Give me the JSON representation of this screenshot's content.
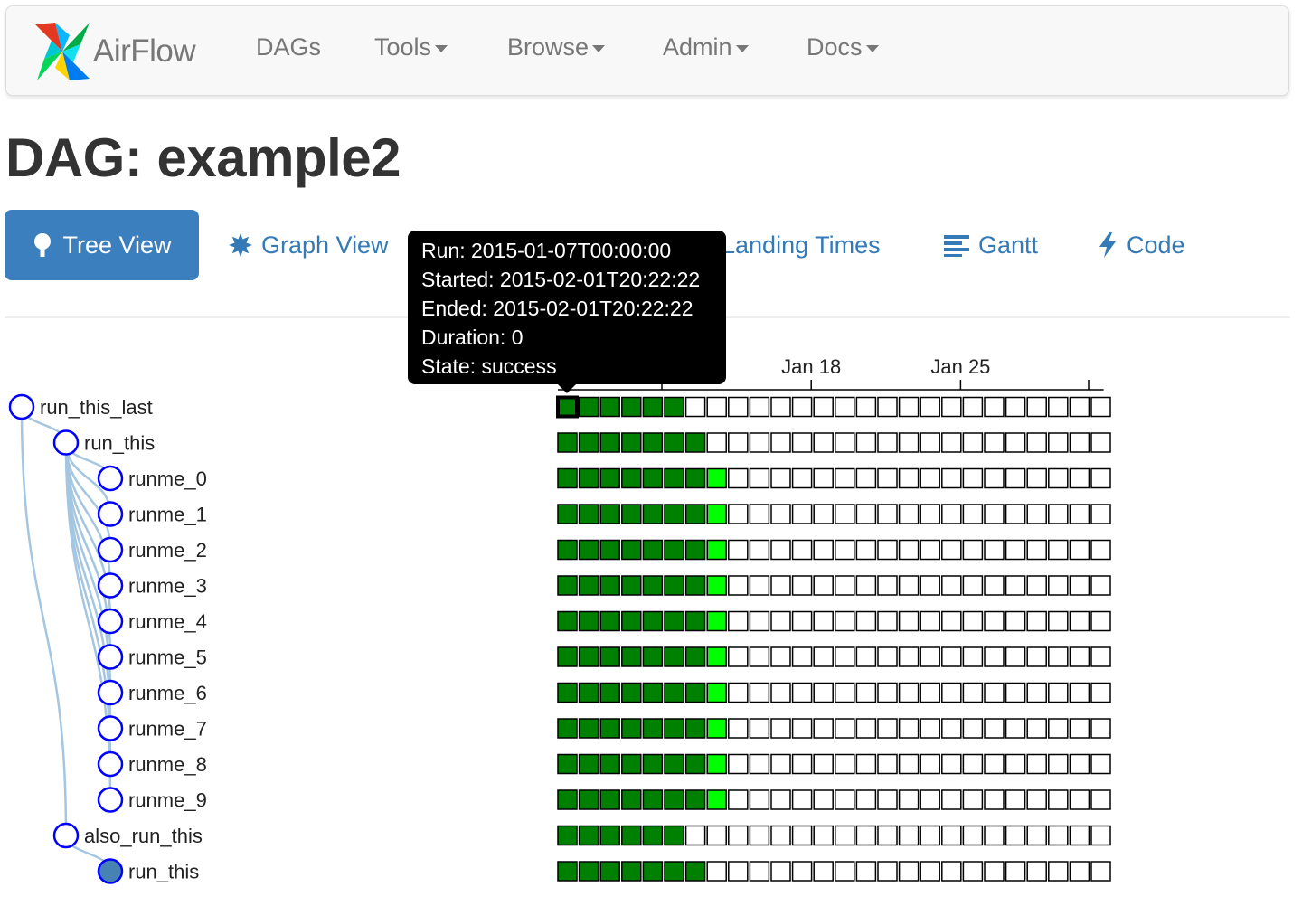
{
  "navbar": {
    "brand": "AirFlow",
    "items": [
      {
        "label": "DAGs",
        "dropdown": false
      },
      {
        "label": "Tools",
        "dropdown": true
      },
      {
        "label": "Browse",
        "dropdown": true
      },
      {
        "label": "Admin",
        "dropdown": true
      },
      {
        "label": "Docs",
        "dropdown": true
      }
    ]
  },
  "page": {
    "title": "DAG: example2"
  },
  "tabs": [
    {
      "label": "Tree View",
      "icon": "tree-icon",
      "active": true
    },
    {
      "label": "Graph View",
      "icon": "sun-icon",
      "active": false
    },
    {
      "label": "Landing Times",
      "icon": "chart-icon",
      "active": false
    },
    {
      "label": "Gantt",
      "icon": "align-left-icon",
      "active": false
    },
    {
      "label": "Code",
      "icon": "bolt-icon",
      "active": false
    }
  ],
  "tooltip": {
    "run": "Run: 2015-01-07T00:00:00",
    "started": "Started: 2015-02-01T20:22:22",
    "ended": "Ended: 2015-02-01T20:22:22",
    "duration": "Duration: 0",
    "state": "State: success"
  },
  "timeline": {
    "axis_labels": [
      "Jan 18",
      "Jan 25"
    ],
    "columns": 26
  },
  "colors": {
    "success": "#008000",
    "running": "#00ff00",
    "empty": "#ffffff",
    "node_stroke": "#0000ff",
    "node_filled": "#4682b4",
    "link": "#a4c6e0",
    "tab_active": "#3c7fbf",
    "link_text": "#337ab7"
  },
  "tasks": [
    {
      "name": "run_this_last",
      "depth": 0,
      "filled": false,
      "success": 6,
      "running": 0
    },
    {
      "name": "run_this",
      "depth": 1,
      "filled": false,
      "success": 7,
      "running": 0
    },
    {
      "name": "runme_0",
      "depth": 2,
      "filled": false,
      "success": 7,
      "running": 1
    },
    {
      "name": "runme_1",
      "depth": 2,
      "filled": false,
      "success": 7,
      "running": 1
    },
    {
      "name": "runme_2",
      "depth": 2,
      "filled": false,
      "success": 7,
      "running": 1
    },
    {
      "name": "runme_3",
      "depth": 2,
      "filled": false,
      "success": 7,
      "running": 1
    },
    {
      "name": "runme_4",
      "depth": 2,
      "filled": false,
      "success": 7,
      "running": 1
    },
    {
      "name": "runme_5",
      "depth": 2,
      "filled": false,
      "success": 7,
      "running": 1
    },
    {
      "name": "runme_6",
      "depth": 2,
      "filled": false,
      "success": 7,
      "running": 1
    },
    {
      "name": "runme_7",
      "depth": 2,
      "filled": false,
      "success": 7,
      "running": 1
    },
    {
      "name": "runme_8",
      "depth": 2,
      "filled": false,
      "success": 7,
      "running": 1
    },
    {
      "name": "runme_9",
      "depth": 2,
      "filled": false,
      "success": 7,
      "running": 1
    },
    {
      "name": "also_run_this",
      "depth": 1,
      "filled": false,
      "success": 6,
      "running": 0
    },
    {
      "name": "run_this",
      "depth": 2,
      "filled": true,
      "success": 7,
      "running": 0
    }
  ],
  "selected_cell": {
    "row": 0,
    "col": 0
  }
}
